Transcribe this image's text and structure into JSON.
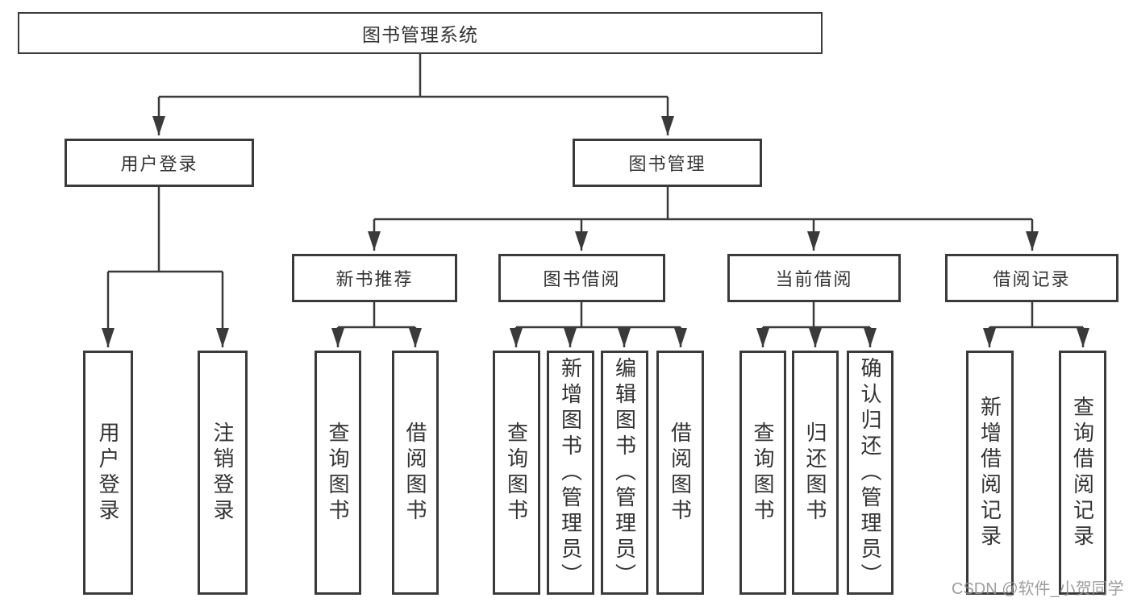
{
  "diagram": {
    "type": "hierarchy-tree",
    "title": "图书管理系统",
    "watermark": "CSDN @软件_小贺同学",
    "colors": {
      "line": "#3a3a3a",
      "box_border": "#3a3a3a",
      "box_background": "#ffffff",
      "text": "#333333",
      "watermark_text": "#949494"
    },
    "nodes": {
      "root": {
        "label": "图书管理系统"
      },
      "level2": [
        {
          "label": "用户登录"
        },
        {
          "label": "图书管理"
        }
      ],
      "level3": [
        {
          "label": "新书推荐",
          "parent": "图书管理"
        },
        {
          "label": "图书借阅",
          "parent": "图书管理"
        },
        {
          "label": "当前借阅",
          "parent": "图书管理"
        },
        {
          "label": "借阅记录",
          "parent": "图书管理"
        }
      ],
      "leaves": [
        {
          "label": "用户登录",
          "parent": "用户登录"
        },
        {
          "label": "注销登录",
          "parent": "用户登录"
        },
        {
          "label": "查询图书",
          "parent": "新书推荐"
        },
        {
          "label": "借阅图书",
          "parent": "新书推荐"
        },
        {
          "label": "查询图书",
          "parent": "图书借阅"
        },
        {
          "label": "新增图书（管理员）",
          "parent": "图书借阅"
        },
        {
          "label": "编辑图书（管理员）",
          "parent": "图书借阅"
        },
        {
          "label": "借阅图书",
          "parent": "图书借阅"
        },
        {
          "label": "查询图书",
          "parent": "当前借阅"
        },
        {
          "label": "归还图书",
          "parent": "当前借阅"
        },
        {
          "label": "确认归还（管理员）",
          "parent": "当前借阅"
        },
        {
          "label": "新增借阅记录",
          "parent": "借阅记录"
        },
        {
          "label": "查询借阅记录",
          "parent": "借阅记录"
        }
      ]
    }
  }
}
